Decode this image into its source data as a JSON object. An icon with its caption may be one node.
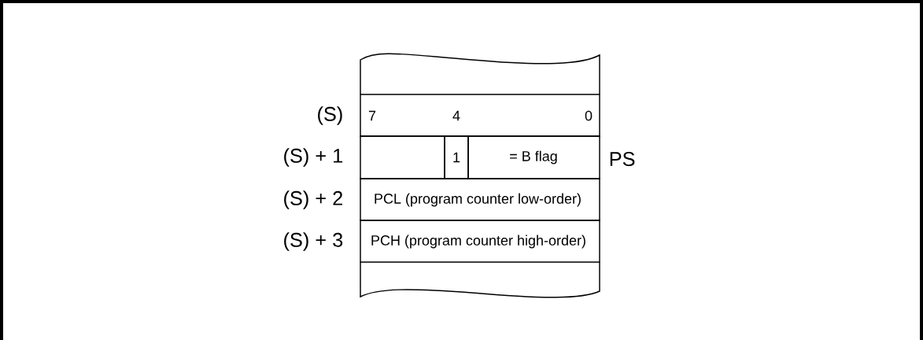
{
  "diagram": {
    "nodes": [
      {
        "text": [],
        "shape": "box"
      },
      {
        "text": [
          "7",
          "4",
          "0"
        ]
      },
      {
        "text": [],
        "shape": "box"
      },
      {
        "text": [
          "1"
        ]
      },
      {
        "text": [
          "= B flag"
        ]
      },
      {
        "text": [
          "PCL (program counter low-order)"
        ]
      },
      {
        "text": [
          "PCH (program counter high-order)"
        ]
      },
      {
        "text": [],
        "shape": "box"
      }
    ],
    "edges": [],
    "labels": [
      "(S)",
      "(S) + 1",
      "(S) + 2",
      "(S) + 3",
      "PS"
    ]
  }
}
